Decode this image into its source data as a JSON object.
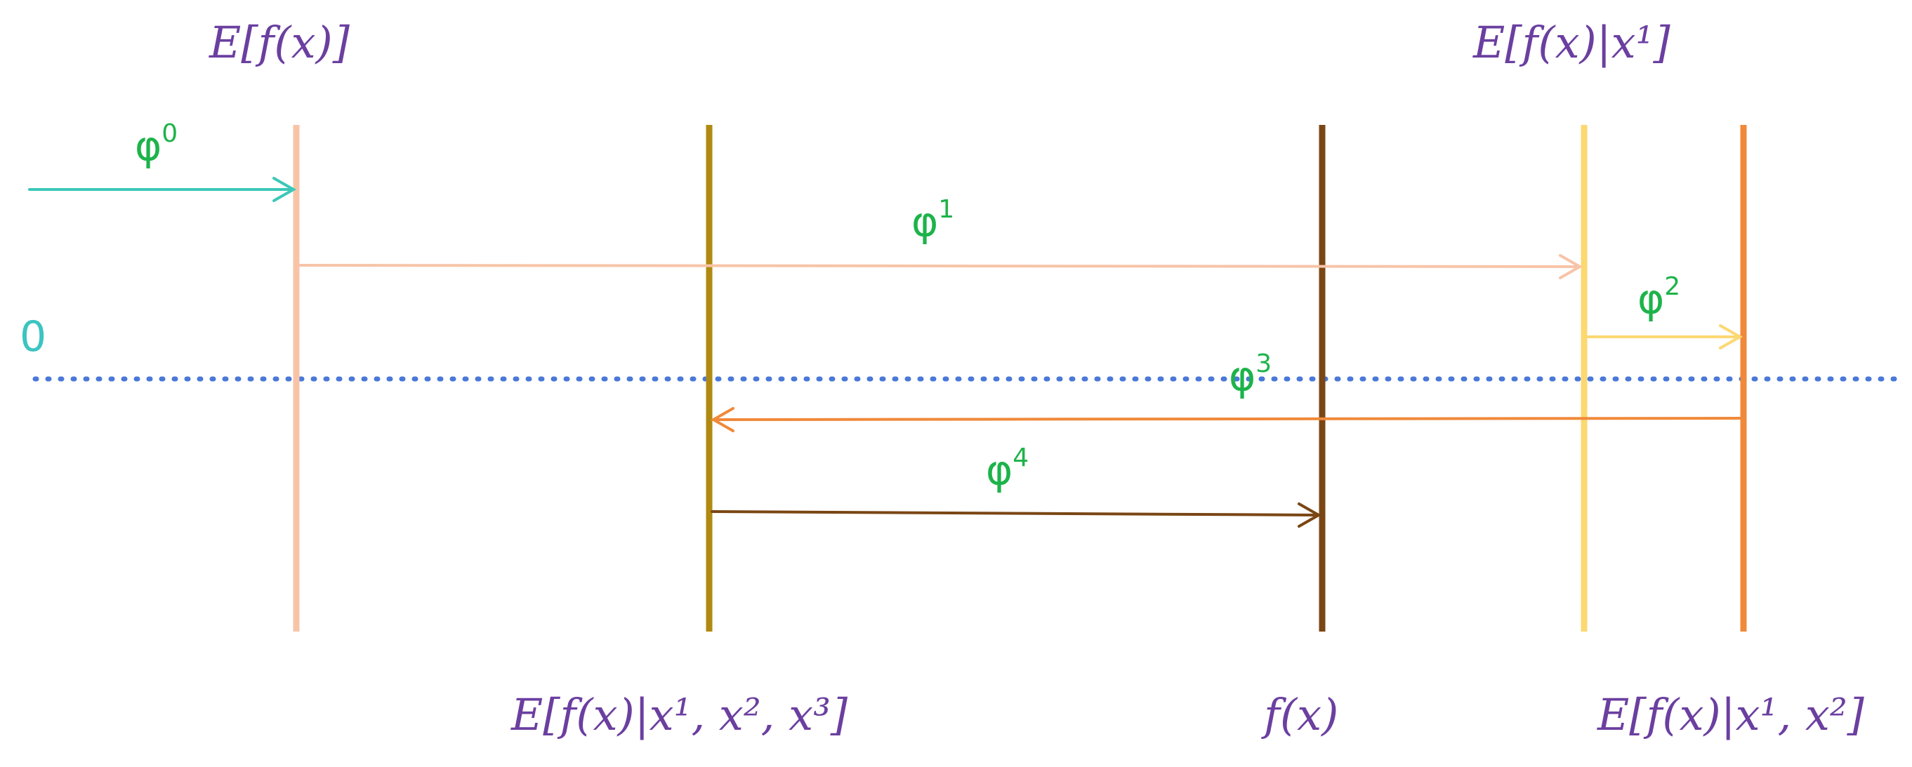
{
  "zero_label": "0",
  "colors": {
    "baseline": "#4a78d8",
    "phi_text": "#1db34a",
    "label_text": "#6b3fa0",
    "arrow_phi0": "#3cc8b8",
    "line_ef": "#f7c4a8",
    "line_ef_x123": "#b08a10",
    "line_fx": "#7a4614",
    "line_ef_x1": "#fcd872",
    "line_ef_x12": "#f0893a"
  },
  "labels": {
    "ef": "E[f(x)]",
    "ef_x1": "E[f(x)|x¹]",
    "ef_x123": "E[f(x)|x¹, x², x³]",
    "fx": "f(x)",
    "ef_x12": "E[f(x)|x¹, x²]"
  },
  "arrows": {
    "phi0": {
      "base": "φ",
      "sup": "0"
    },
    "phi1": {
      "base": "φ",
      "sup": "1"
    },
    "phi2": {
      "base": "φ",
      "sup": "2"
    },
    "phi3": {
      "base": "φ",
      "sup": "3"
    },
    "phi4": {
      "base": "φ",
      "sup": "4"
    }
  }
}
